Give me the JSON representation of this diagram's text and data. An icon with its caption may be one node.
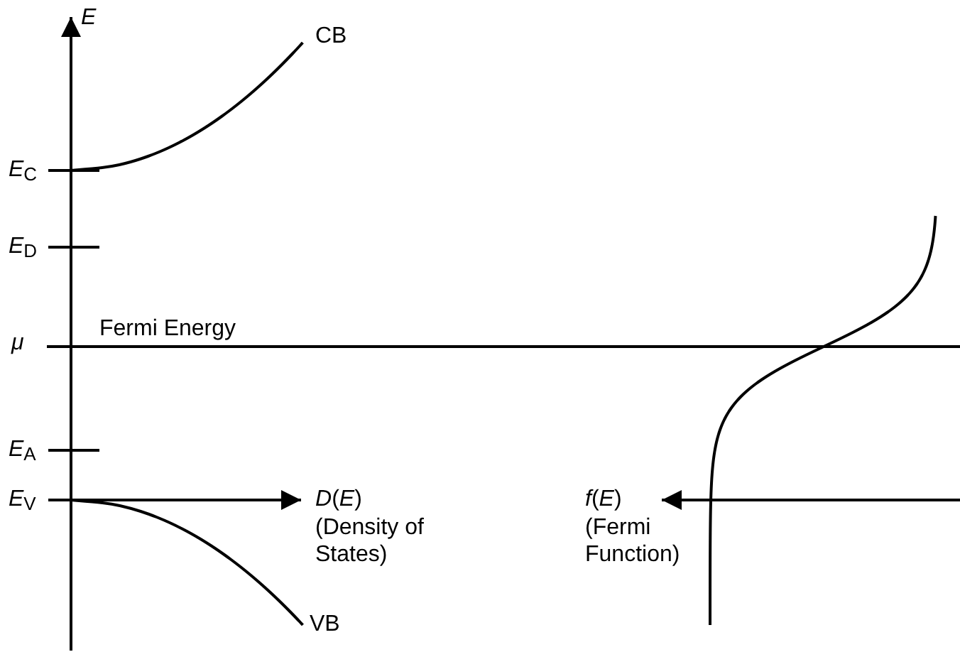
{
  "diagram": {
    "labels": [
      "*E*",
      "CB",
      "*E*$_{C}$",
      "*E*$_{D}$",
      "Fermi Energy",
      "*μ*",
      "*E*$_{A}$",
      "*E*$_{V}$",
      "*D*(*E*)",
      "(Density of States)",
      "*f*(*E*)",
      "(Fermi Function)",
      "VB"
    ]
  }
}
